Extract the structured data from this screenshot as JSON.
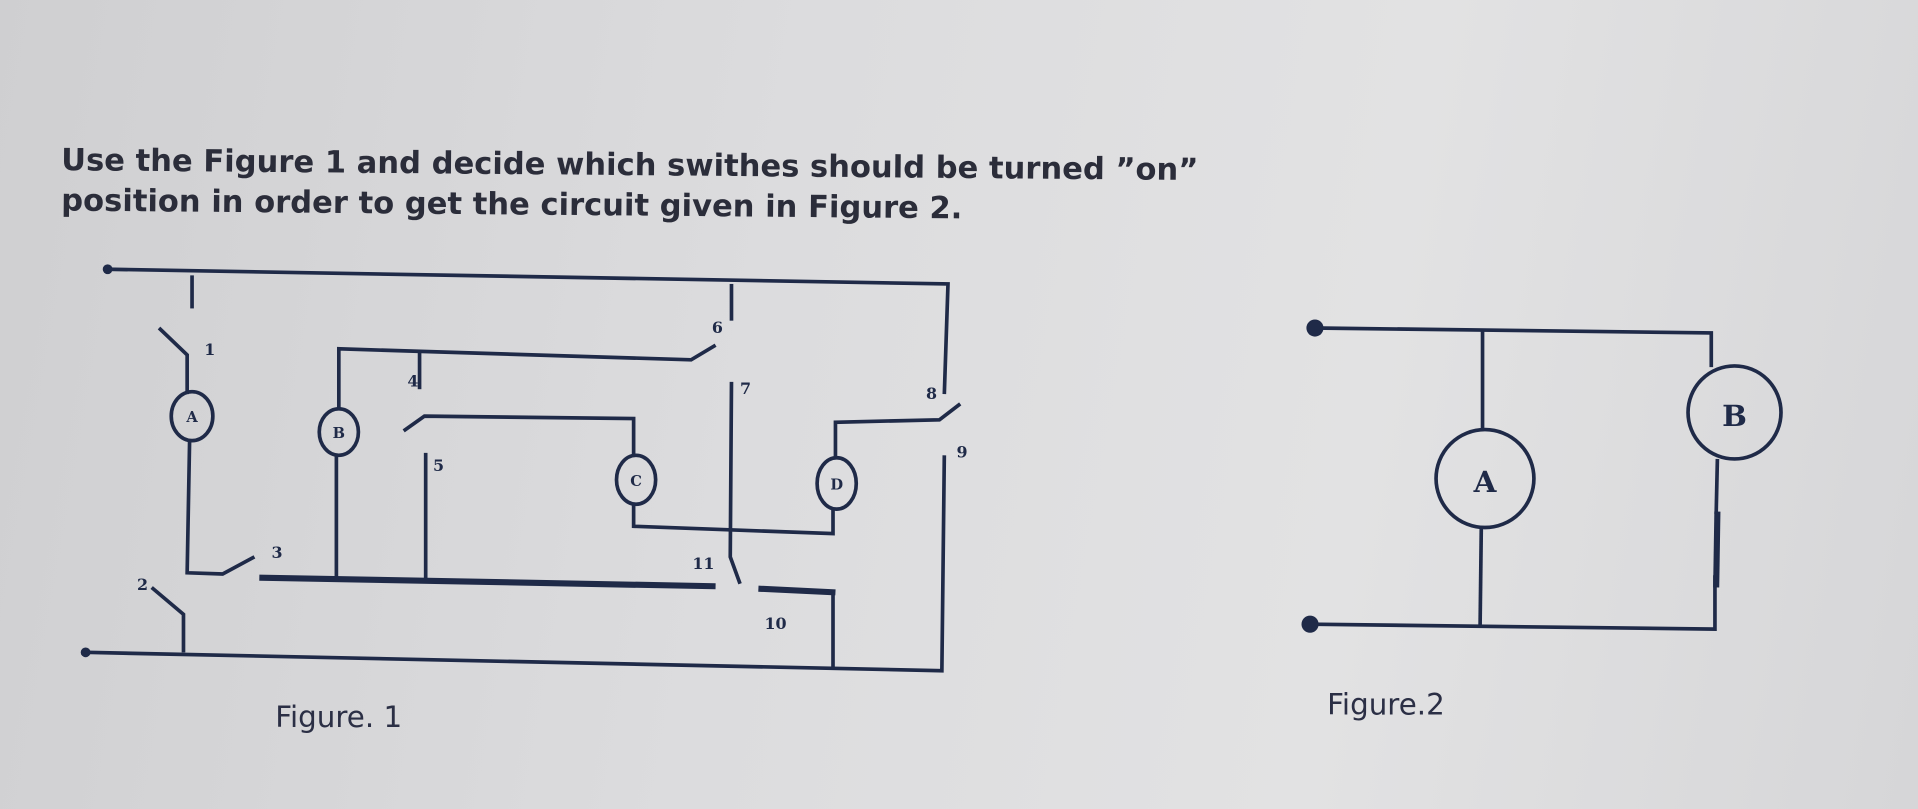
{
  "question": {
    "line1": "Use the Figure 1 and decide which swithes should be turned ”on”",
    "line2": "position in order to get the circuit given in Figure 2."
  },
  "figure1": {
    "caption": "Figure. 1",
    "switches": [
      "1",
      "2",
      "3",
      "4",
      "5",
      "6",
      "7",
      "8",
      "9",
      "10",
      "11"
    ],
    "lamps": [
      "A",
      "B",
      "C",
      "D"
    ]
  },
  "figure2": {
    "caption": "Figure.2",
    "lamps": [
      "A",
      "B"
    ]
  },
  "colors": {
    "wire": "#1f2a48",
    "background": "#dcdcde"
  }
}
